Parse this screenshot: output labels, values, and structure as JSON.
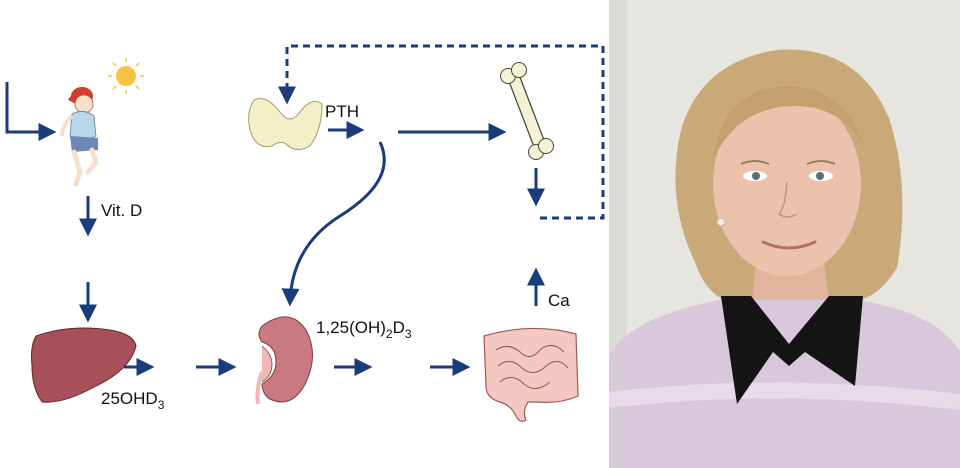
{
  "diagram": {
    "labels": {
      "vitd": "Vit. D",
      "pth": "PTH",
      "ca": "Ca",
      "oh25_base": "25OHD",
      "oh25_sub": "3",
      "d125_a": "1,25(OH)",
      "d125_sub1": "2",
      "d125_b": "D",
      "d125_sub2": "3"
    },
    "colors": {
      "arrow": "#1a3c78",
      "liver": "#a8505a",
      "kidney": "#c97a80",
      "thyroid": "#f3efc8",
      "bone": "#f5f1d6",
      "intestine": "#f3c8c0",
      "sun": "#f5c542",
      "cap": "#d93a2c",
      "shirt": "#b7d7ea",
      "shorts": "#6e88b6"
    },
    "icons": [
      "child-icon",
      "sun-icon",
      "thyroid-icon",
      "bone-icon",
      "liver-icon",
      "kidney-icon",
      "intestine-icon"
    ]
  },
  "photo": {
    "subject": "portrait-photo",
    "colors": {
      "background": "#e6e5e0",
      "hair": "#c9a978",
      "skin": "#ebc3ad",
      "sweater": "#d9c7dc",
      "collar": "#141414"
    }
  }
}
